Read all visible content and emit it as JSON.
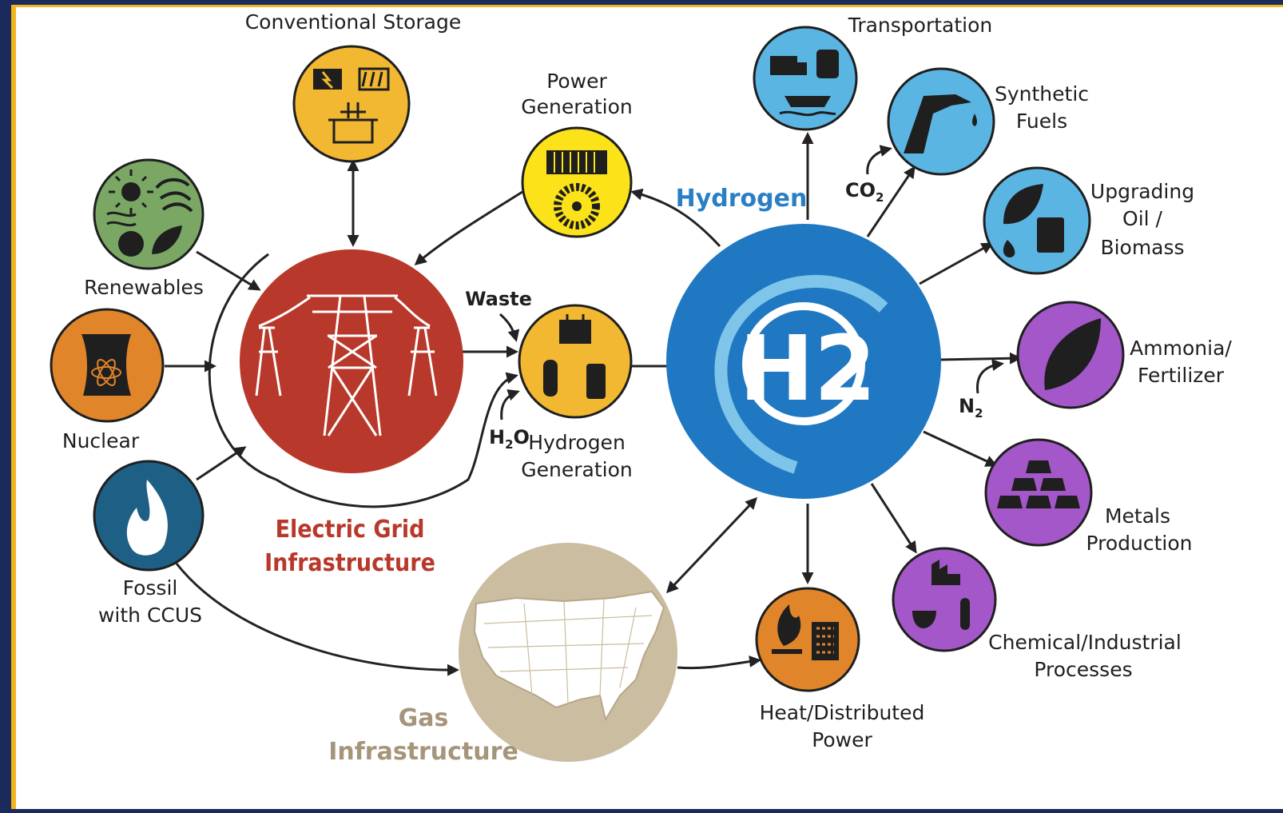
{
  "colors": {
    "frame": "#1b2a5c",
    "border": "#f2b51d",
    "grid": "#b8392b",
    "hydrogen": "#1f78c1",
    "gas": "#cbbd9f",
    "storage": "#f2b831",
    "power": "#fbe219",
    "renewables": "#7aa864",
    "nuclear": "#e0852a",
    "fossil": "#1e5f86",
    "transport": "#5ab5e3",
    "industry": "#a457c9"
  },
  "center": {
    "hydrogen_label": "Hydrogen",
    "h2_symbol": "H2",
    "grid_label_1": "Electric Grid",
    "grid_label_2": "Infrastructure",
    "gas_label_1": "Gas",
    "gas_label_2": "Infrastructure"
  },
  "sources": {
    "storage": "Conventional Storage",
    "renewables": "Renewables",
    "nuclear": "Nuclear",
    "fossil_1": "Fossil",
    "fossil_2": "with CCUS"
  },
  "mid": {
    "power_1": "Power",
    "power_2": "Generation",
    "hgen_1": "Hydrogen",
    "hgen_2": "Generation",
    "waste": "Waste",
    "water": "H",
    "water_sub": "2",
    "water_o": "O"
  },
  "uses": {
    "transportation": "Transportation",
    "synthetic_1": "Synthetic",
    "synthetic_2": "Fuels",
    "upgrading_1": "Upgrading",
    "upgrading_2": "Oil /",
    "upgrading_3": "Biomass",
    "ammonia_1": "Ammonia/",
    "ammonia_2": "Fertilizer",
    "metals_1": "Metals",
    "metals_2": "Production",
    "chemical_1": "Chemical/Industrial",
    "chemical_2": "Processes",
    "heat_1": "Heat/Distributed",
    "heat_2": "Power"
  },
  "inputs": {
    "co2": "CO",
    "co2_sub": "2",
    "n2": "N",
    "n2_sub": "2"
  }
}
